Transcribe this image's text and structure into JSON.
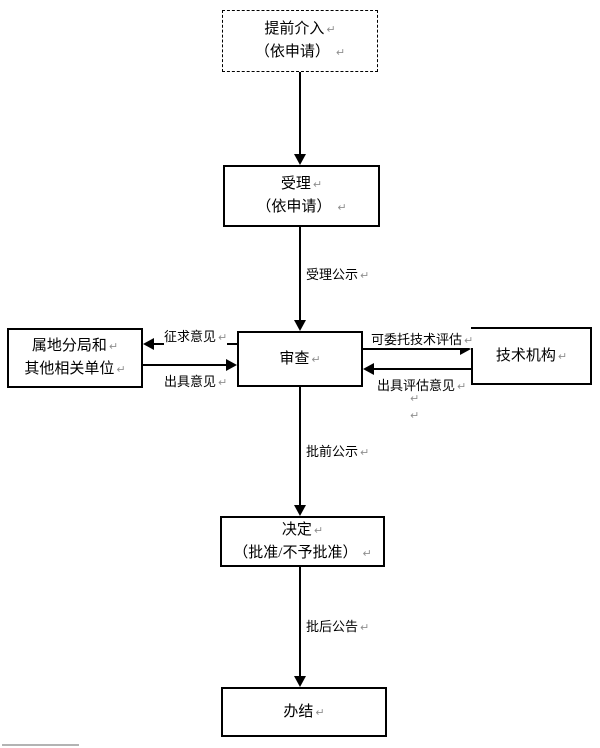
{
  "page": {
    "background": "#ffffff",
    "ink": "#000000",
    "pilcrow_color": "#8f8f8f"
  },
  "glyphs": {
    "pilcrow": "↵"
  },
  "flowchart": {
    "nodes": {
      "early_intervention": {
        "line1": "提前介入",
        "line2": "（依申请）"
      },
      "acceptance": {
        "line1": "受理",
        "line2": "（依申请）"
      },
      "review": {
        "label": "审查"
      },
      "local_bureau": {
        "line1": "属地分局和",
        "line2": "其他相关单位"
      },
      "technical_institution": {
        "label": "技术机构"
      },
      "decision": {
        "line1": "决定",
        "line2": "（批准/不予批准）"
      },
      "completion": {
        "label": "办结"
      }
    },
    "edge_labels": {
      "acceptance_publicity": "受理公示",
      "seek_opinions": "征求意见",
      "issue_opinions": "出具意见",
      "entrust_technical_evaluation": "可委托技术评估",
      "issue_evaluation_opinions": "出具评估意见",
      "pre_approval_publicity": "批前公示",
      "post_approval_announcement": "批后公告"
    }
  }
}
